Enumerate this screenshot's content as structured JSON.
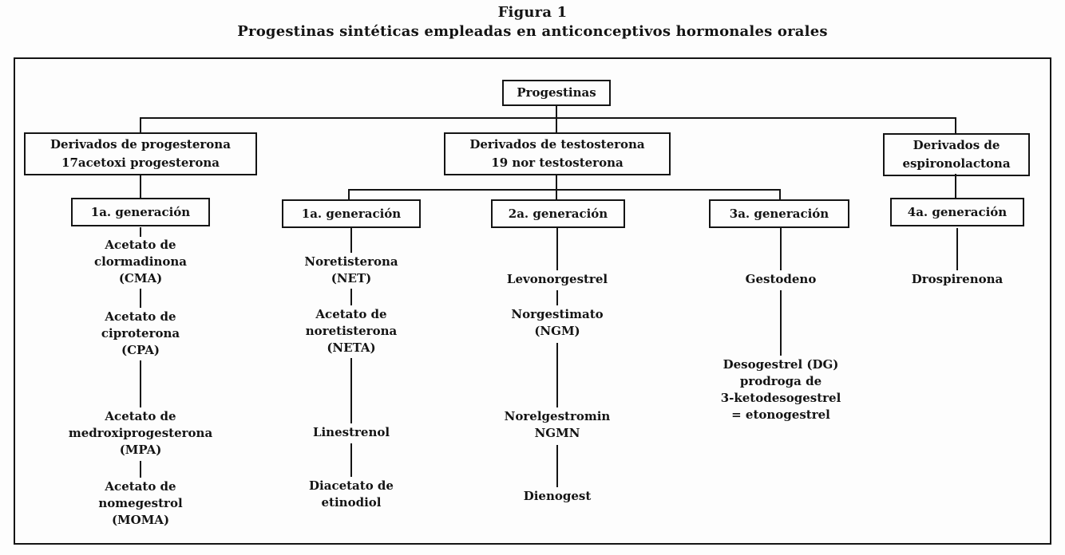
{
  "figure": {
    "title": "Figura 1",
    "subtitle": "Progestinas sintéticas empleadas en anticonceptivos hormonales orales"
  },
  "diagram": {
    "colors": {
      "line": "#141414",
      "text": "#141414",
      "background": "#fdfdfd"
    },
    "root": {
      "label": "Progestinas"
    },
    "branches": [
      {
        "id": "progesterona",
        "lines": [
          "Derivados de progesterona",
          "17acetoxi progesterona"
        ]
      },
      {
        "id": "testosterona",
        "lines": [
          "Derivados de testosterona",
          "19 nor testosterona"
        ]
      },
      {
        "id": "espironolactona",
        "lines": [
          "Derivados de",
          "espironolactona"
        ]
      }
    ],
    "generations": [
      {
        "label": "1a. generación",
        "parent": "progesterona",
        "items": [
          {
            "lines": [
              "Acetato de",
              "clormadinona",
              "(CMA)"
            ]
          },
          {
            "lines": [
              "Acetato de",
              "ciproterona",
              "(CPA)"
            ]
          },
          {
            "lines": [
              "Acetato de",
              "medroxiprogesterona",
              "(MPA)"
            ]
          },
          {
            "lines": [
              "Acetato de",
              "nomegestrol",
              "(MOMA)"
            ]
          }
        ]
      },
      {
        "label": "1a. generación",
        "parent": "testosterona",
        "items": [
          {
            "lines": [
              "Noretisterona",
              "(NET)"
            ]
          },
          {
            "lines": [
              "Acetato de",
              "noretisterona",
              "(NETA)"
            ]
          },
          {
            "lines": [
              "Linestrenol"
            ]
          },
          {
            "lines": [
              "Diacetato de",
              "etinodiol"
            ]
          }
        ]
      },
      {
        "label": "2a. generación",
        "parent": "testosterona",
        "items": [
          {
            "lines": [
              "Levonorgestrel"
            ]
          },
          {
            "lines": [
              "Norgestimato",
              "(NGM)"
            ]
          },
          {
            "lines": [
              "Norelgestromin",
              "NGMN"
            ]
          },
          {
            "lines": [
              "Dienogest"
            ]
          }
        ]
      },
      {
        "label": "3a. generación",
        "parent": "testosterona",
        "items": [
          {
            "lines": [
              "Gestodeno"
            ]
          },
          {
            "lines": [
              "Desogestrel (DG)",
              "prodroga de",
              "3-ketodesogestrel",
              "= etonogestrel"
            ]
          }
        ]
      },
      {
        "label": "4a. generación",
        "parent": "espironolactona",
        "items": [
          {
            "lines": [
              "Drospirenona"
            ]
          }
        ]
      }
    ]
  }
}
